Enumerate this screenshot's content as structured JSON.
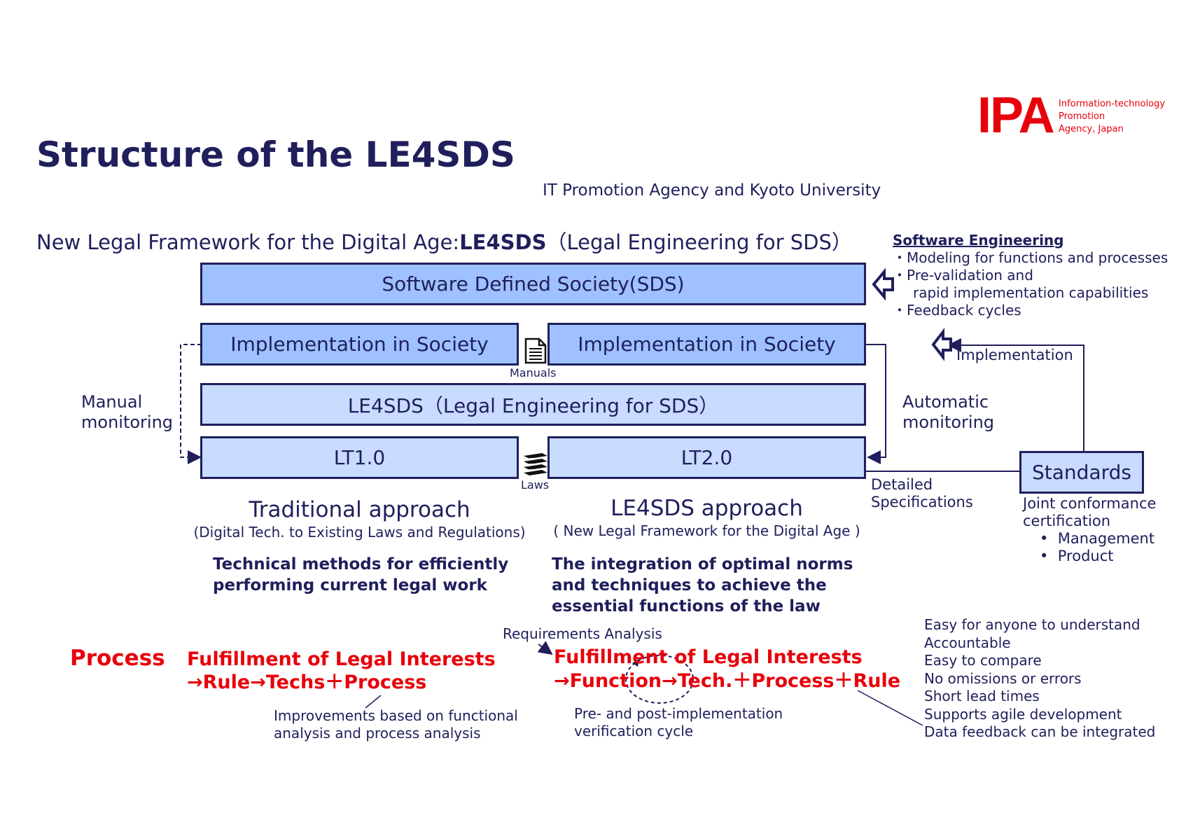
{
  "header": {
    "title": "Structure of the LE4SDS",
    "org_line": "IT Promotion Agency and Kyoto University",
    "logo": {
      "mark": "IPA",
      "lines": [
        "Information-technology",
        "Promotion",
        "Agency, Japan"
      ],
      "color": "#e8000b"
    }
  },
  "framework_line": {
    "prefix": "New Legal Framework for the Digital Age:",
    "emph": "LE4SDS",
    "suffix": "（Legal Engineering for SDS）"
  },
  "boxes": {
    "sds": "Software Defined Society(SDS)",
    "impl_left": "Implementation in Society",
    "impl_right": "Implementation in Society",
    "le4sds": "LE4SDS（Legal Engineering for SDS）",
    "lt1": "LT1.0",
    "lt2": "LT2.0",
    "standards": "Standards"
  },
  "icons": {
    "manuals": {
      "icon": "document-icon",
      "label": "Manuals"
    },
    "laws": {
      "icon": "books-icon",
      "label": "Laws"
    }
  },
  "left_side": {
    "manual_monitoring": [
      "Manual",
      "monitoring"
    ]
  },
  "right_side": {
    "software_engineering": {
      "heading": "Software Engineering",
      "items": [
        "・Modeling for functions and processes",
        "・Pre-validation and",
        "rapid implementation capabilities",
        "・Feedback cycles"
      ]
    },
    "implementation_label": "Implementation",
    "automatic_monitoring": [
      "Automatic",
      "monitoring"
    ],
    "detailed_specs": [
      "Detailed",
      "Specifications"
    ],
    "joint_conformance": [
      "Joint conformance",
      "certification"
    ],
    "conformance_items": [
      "Management",
      "Product"
    ]
  },
  "approaches": {
    "traditional": {
      "title": "Traditional approach",
      "subtitle": "(Digital Tech. to Existing Laws and Regulations)",
      "desc": [
        "Technical methods for efficiently",
        "performing current legal work"
      ]
    },
    "le4sds": {
      "title": "LE4SDS approach",
      "subtitle": "( New Legal Framework for the Digital Age )",
      "desc": [
        "The integration of optimal norms",
        "and techniques to achieve the",
        "essential functions of the law"
      ]
    }
  },
  "process": {
    "label": "Process",
    "left": [
      "Fulfillment of Legal Interests",
      "→Rule→Techs＋Process"
    ],
    "left_note": [
      "Improvements based on functional",
      "analysis and process analysis"
    ],
    "req_analysis": "Requirements Analysis",
    "right": [
      "Fulfillment of Legal Interests",
      "→Function→Tech.＋Process＋Rule"
    ],
    "right_note": [
      "Pre- and post-implementation",
      "verification cycle"
    ],
    "benefits": [
      "Easy for anyone to understand",
      "Accountable",
      "Easy to compare",
      "No omissions or errors",
      "Short lead times",
      "Supports agile development",
      "Data feedback can be integrated"
    ]
  },
  "colors": {
    "navy": "#1f1f5c",
    "red": "#e8000b",
    "box_dark": "#9fc1ff",
    "box_light": "#c9dbff"
  }
}
